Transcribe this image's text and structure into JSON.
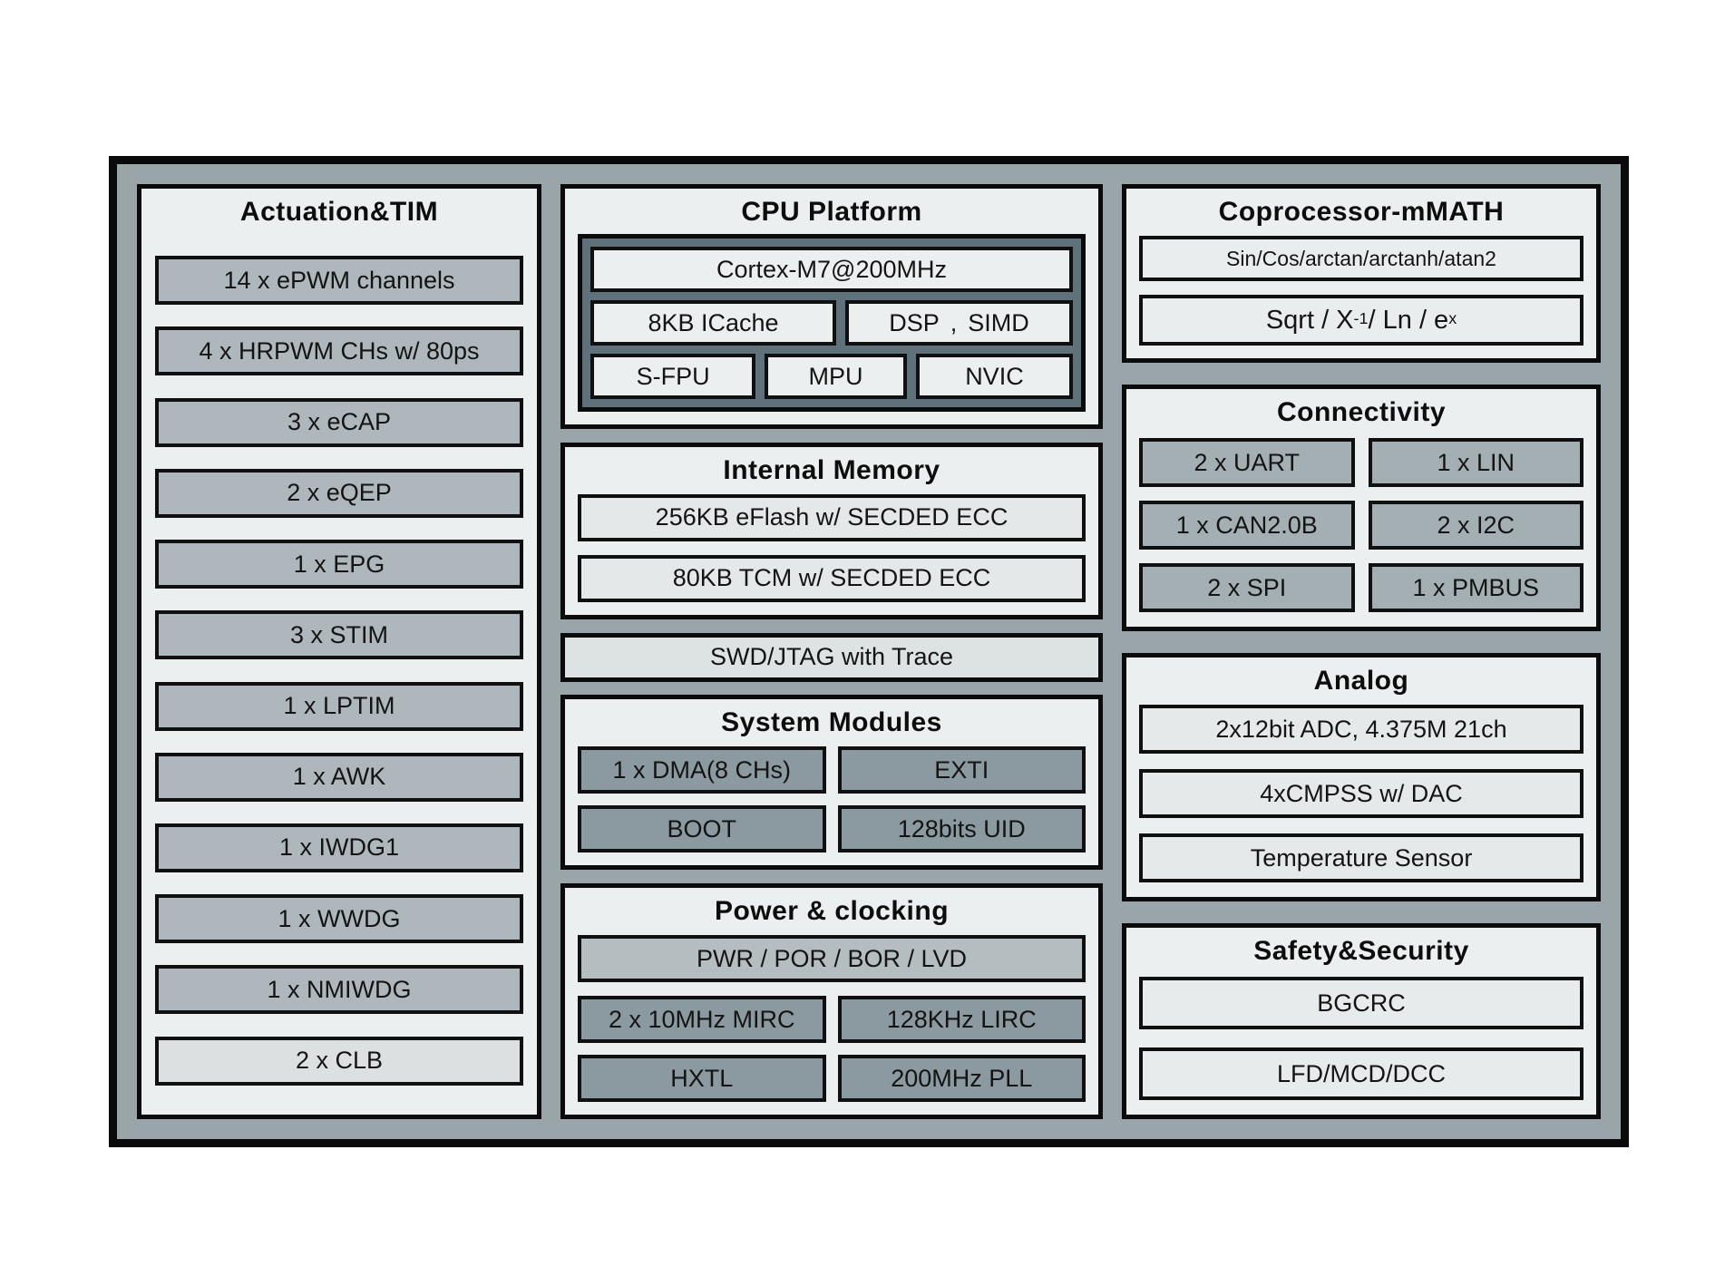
{
  "colors": {
    "canvas_bg": "#ffffff",
    "chip_bg": "#9aa5a9",
    "panel_bg": "#eceff0",
    "border_black": "#0b0b0b",
    "item_gray": "#aeb8bc",
    "item_dark_gray": "#8b99a0",
    "item_mid_gray": "#a4afb3",
    "item_light": "#e4e8e9",
    "power_rail_gray": "#b4bec1",
    "cpu_frame_gray": "#5f727b"
  },
  "actuation": {
    "title": "Actuation&TIM",
    "items": [
      "14 x ePWM channels",
      "4 x HRPWM CHs w/ 80ps",
      "3 x eCAP",
      "2 x eQEP",
      "1 x EPG",
      "3 x STIM",
      "1 x LPTIM",
      "1 x AWK",
      "1 x IWDG1",
      "1 x WWDG",
      "1 x NMIWDG",
      "2 x CLB"
    ]
  },
  "cpu": {
    "title": "CPU Platform",
    "core": "Cortex-M7@200MHz",
    "cache": "8KB ICache",
    "dsp": {
      "label": "DSP、SIMD",
      "p1": "DSP",
      "sep": ",",
      "p2": "SIMD"
    },
    "fpu": "S-FPU",
    "mpu": "MPU",
    "nvic": "NVIC"
  },
  "memory": {
    "title": "Internal Memory",
    "items": [
      "256KB eFlash w/ SECDED ECC",
      "80KB TCM w/ SECDED ECC"
    ]
  },
  "debug": {
    "label": "SWD/JTAG with Trace"
  },
  "system": {
    "title": "System Modules",
    "items": [
      "1 x DMA(8 CHs)",
      "EXTI",
      "BOOT",
      "128bits UID"
    ]
  },
  "power": {
    "title": "Power & clocking",
    "rail": "PWR / POR / BOR / LVD",
    "items": [
      "2 x 10MHz MIRC",
      "128KHz LIRC",
      "HXTL",
      "200MHz PLL"
    ]
  },
  "coprocessor": {
    "title": "Coprocessor-mMATH",
    "trig": "Sin/Cos/arctan/arctanh/atan2",
    "sqrt": {
      "p1": "Sqrt / X",
      "sup1": "-1",
      "p2": " / Ln / e",
      "sup2": "x"
    }
  },
  "connectivity": {
    "title": "Connectivity",
    "items": [
      "2 x UART",
      "1 x LIN",
      "1 x CAN2.0B",
      "2 x I2C",
      "2 x SPI",
      "1 x PMBUS"
    ]
  },
  "analog": {
    "title": "Analog",
    "items": [
      "2x12bit ADC, 4.375M 21ch",
      "4xCMPSS w/ DAC",
      "Temperature Sensor"
    ]
  },
  "safety": {
    "title": "Safety&Security",
    "items": [
      "BGCRC",
      "LFD/MCD/DCC"
    ]
  }
}
